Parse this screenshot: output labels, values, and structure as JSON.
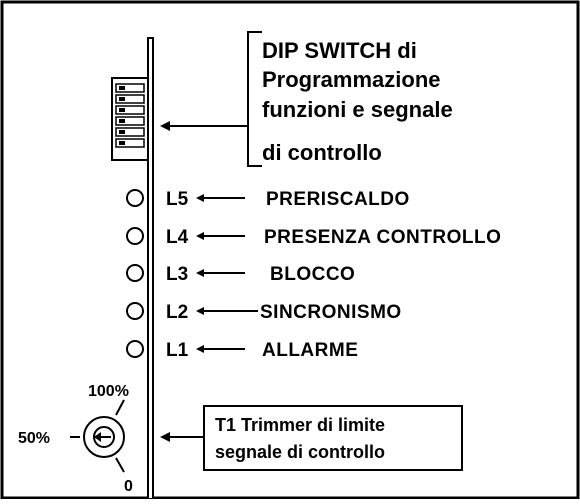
{
  "dip_switch": {
    "label_lines": [
      "DIP SWITCH  di",
      "Programmazione",
      "funzioni e segnale",
      "di controllo"
    ],
    "switch_count": 6
  },
  "leds": [
    {
      "id": "L5",
      "function": "PRERISCALDO"
    },
    {
      "id": "L4",
      "function": "PRESENZA CONTROLLO"
    },
    {
      "id": "L3",
      "function": "BLOCCO"
    },
    {
      "id": "L2",
      "function": "SINCRONISMO"
    },
    {
      "id": "L1",
      "function": "ALLARME"
    }
  ],
  "trimmer": {
    "label_lines": [
      "T1  Trimmer di limite",
      "segnale di controllo"
    ],
    "scale": {
      "max": "100%",
      "mid": "50%",
      "min": "0"
    }
  }
}
